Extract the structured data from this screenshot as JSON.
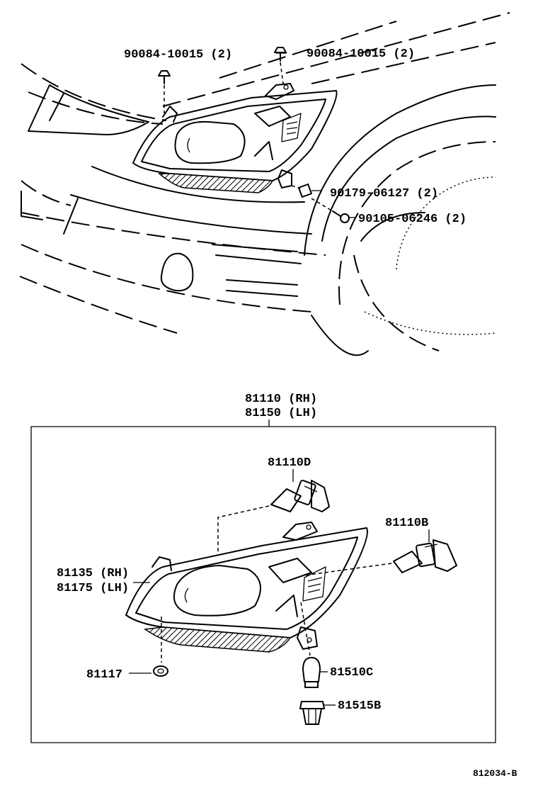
{
  "parts": {
    "bolt_upper_left": "90084-10015 (2)",
    "bolt_upper_right": "90084-10015 (2)",
    "clip": "90179-06127 (2)",
    "screw": "90105-06246 (2)",
    "assembly_rh": "81110 (RH)",
    "assembly_lh": "81150 (LH)",
    "bulb_d": "81110D",
    "bulb_b": "81110B",
    "unit_rh": "81135 (RH)",
    "unit_lh": "81175 (LH)",
    "cap": "81117",
    "bulb_c": "81510C",
    "socket": "81515B"
  },
  "diagram_code": "812034-B"
}
